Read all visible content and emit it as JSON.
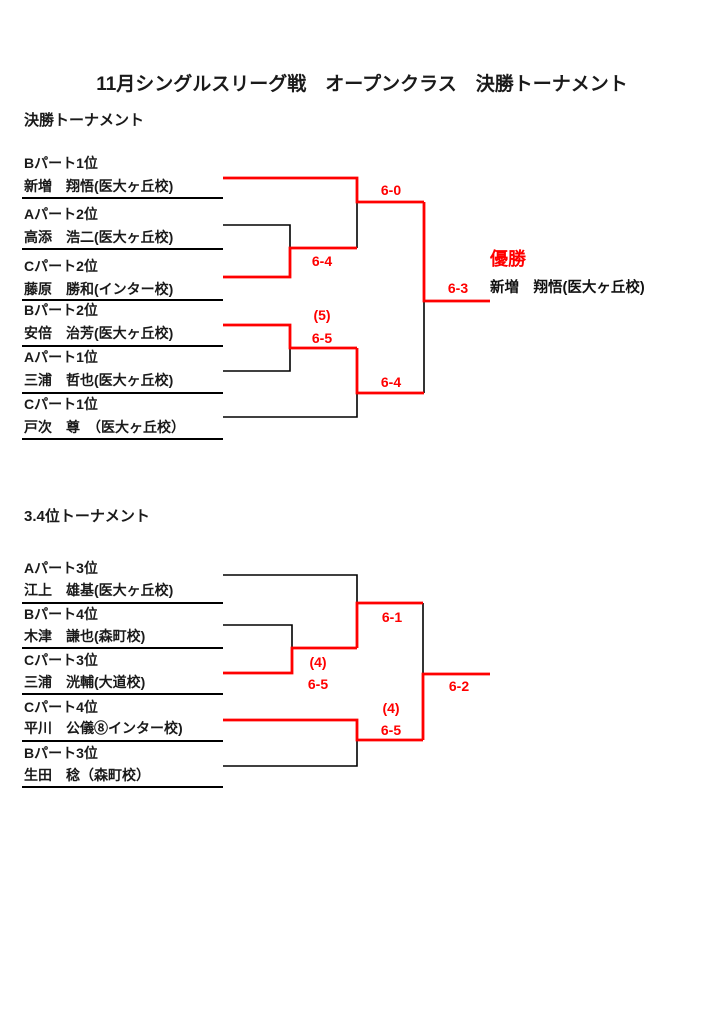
{
  "page": {
    "title": "11月シングルスリーグ戦　オープンクラス　決勝トーナメント"
  },
  "colors": {
    "winner_path": "#ff0000",
    "bracket_line": "#000000",
    "score_text": "#ff0000",
    "champion_text": "#ff0000"
  },
  "final_tournament": {
    "section_label": "決勝トーナメント",
    "entries": [
      {
        "seed": "Bパート1位",
        "name": "新増　翔悟(医大ヶ丘校)"
      },
      {
        "seed": "Aパート2位",
        "name": "高添　浩二(医大ヶ丘校)"
      },
      {
        "seed": "Cパート2位",
        "name": "藤原　勝和(インター校)"
      },
      {
        "seed": "Bパート2位",
        "name": "安倍　治芳(医大ヶ丘校)"
      },
      {
        "seed": "Aパート1位",
        "name": "三浦　哲也(医大ヶ丘校)"
      },
      {
        "seed": "Cパート1位",
        "name": "戸次　尊　（医大ヶ丘校）"
      }
    ],
    "scores": {
      "qf1": "6-4",
      "sf1": "6-0",
      "qf2_tiebreak": "(5)",
      "qf2": "6-5",
      "sf2": "6-4",
      "final": "6-3"
    },
    "champion": {
      "label": "優勝",
      "name": "新増　翔悟(医大ヶ丘校)"
    }
  },
  "consolation_tournament": {
    "section_label": "3.4位トーナメント",
    "entries": [
      {
        "seed": "Aパート3位",
        "name": "江上　雄基(医大ヶ丘校)"
      },
      {
        "seed": "Bパート4位",
        "name": "木津　謙也(森町校)"
      },
      {
        "seed": "Cパート3位",
        "name": "三浦　洸輔(大道校)"
      },
      {
        "seed": "Cパート4位",
        "name": "平川　公儀⑧インター校)"
      },
      {
        "seed": "Bパート3位",
        "name": "生田　稔（森町校）"
      }
    ],
    "scores": {
      "qf_tiebreak": "(4)",
      "qf": "6-5",
      "sf1": "6-1",
      "sf2_tiebreak": "(4)",
      "sf2": "6-5",
      "final": "6-2"
    }
  }
}
